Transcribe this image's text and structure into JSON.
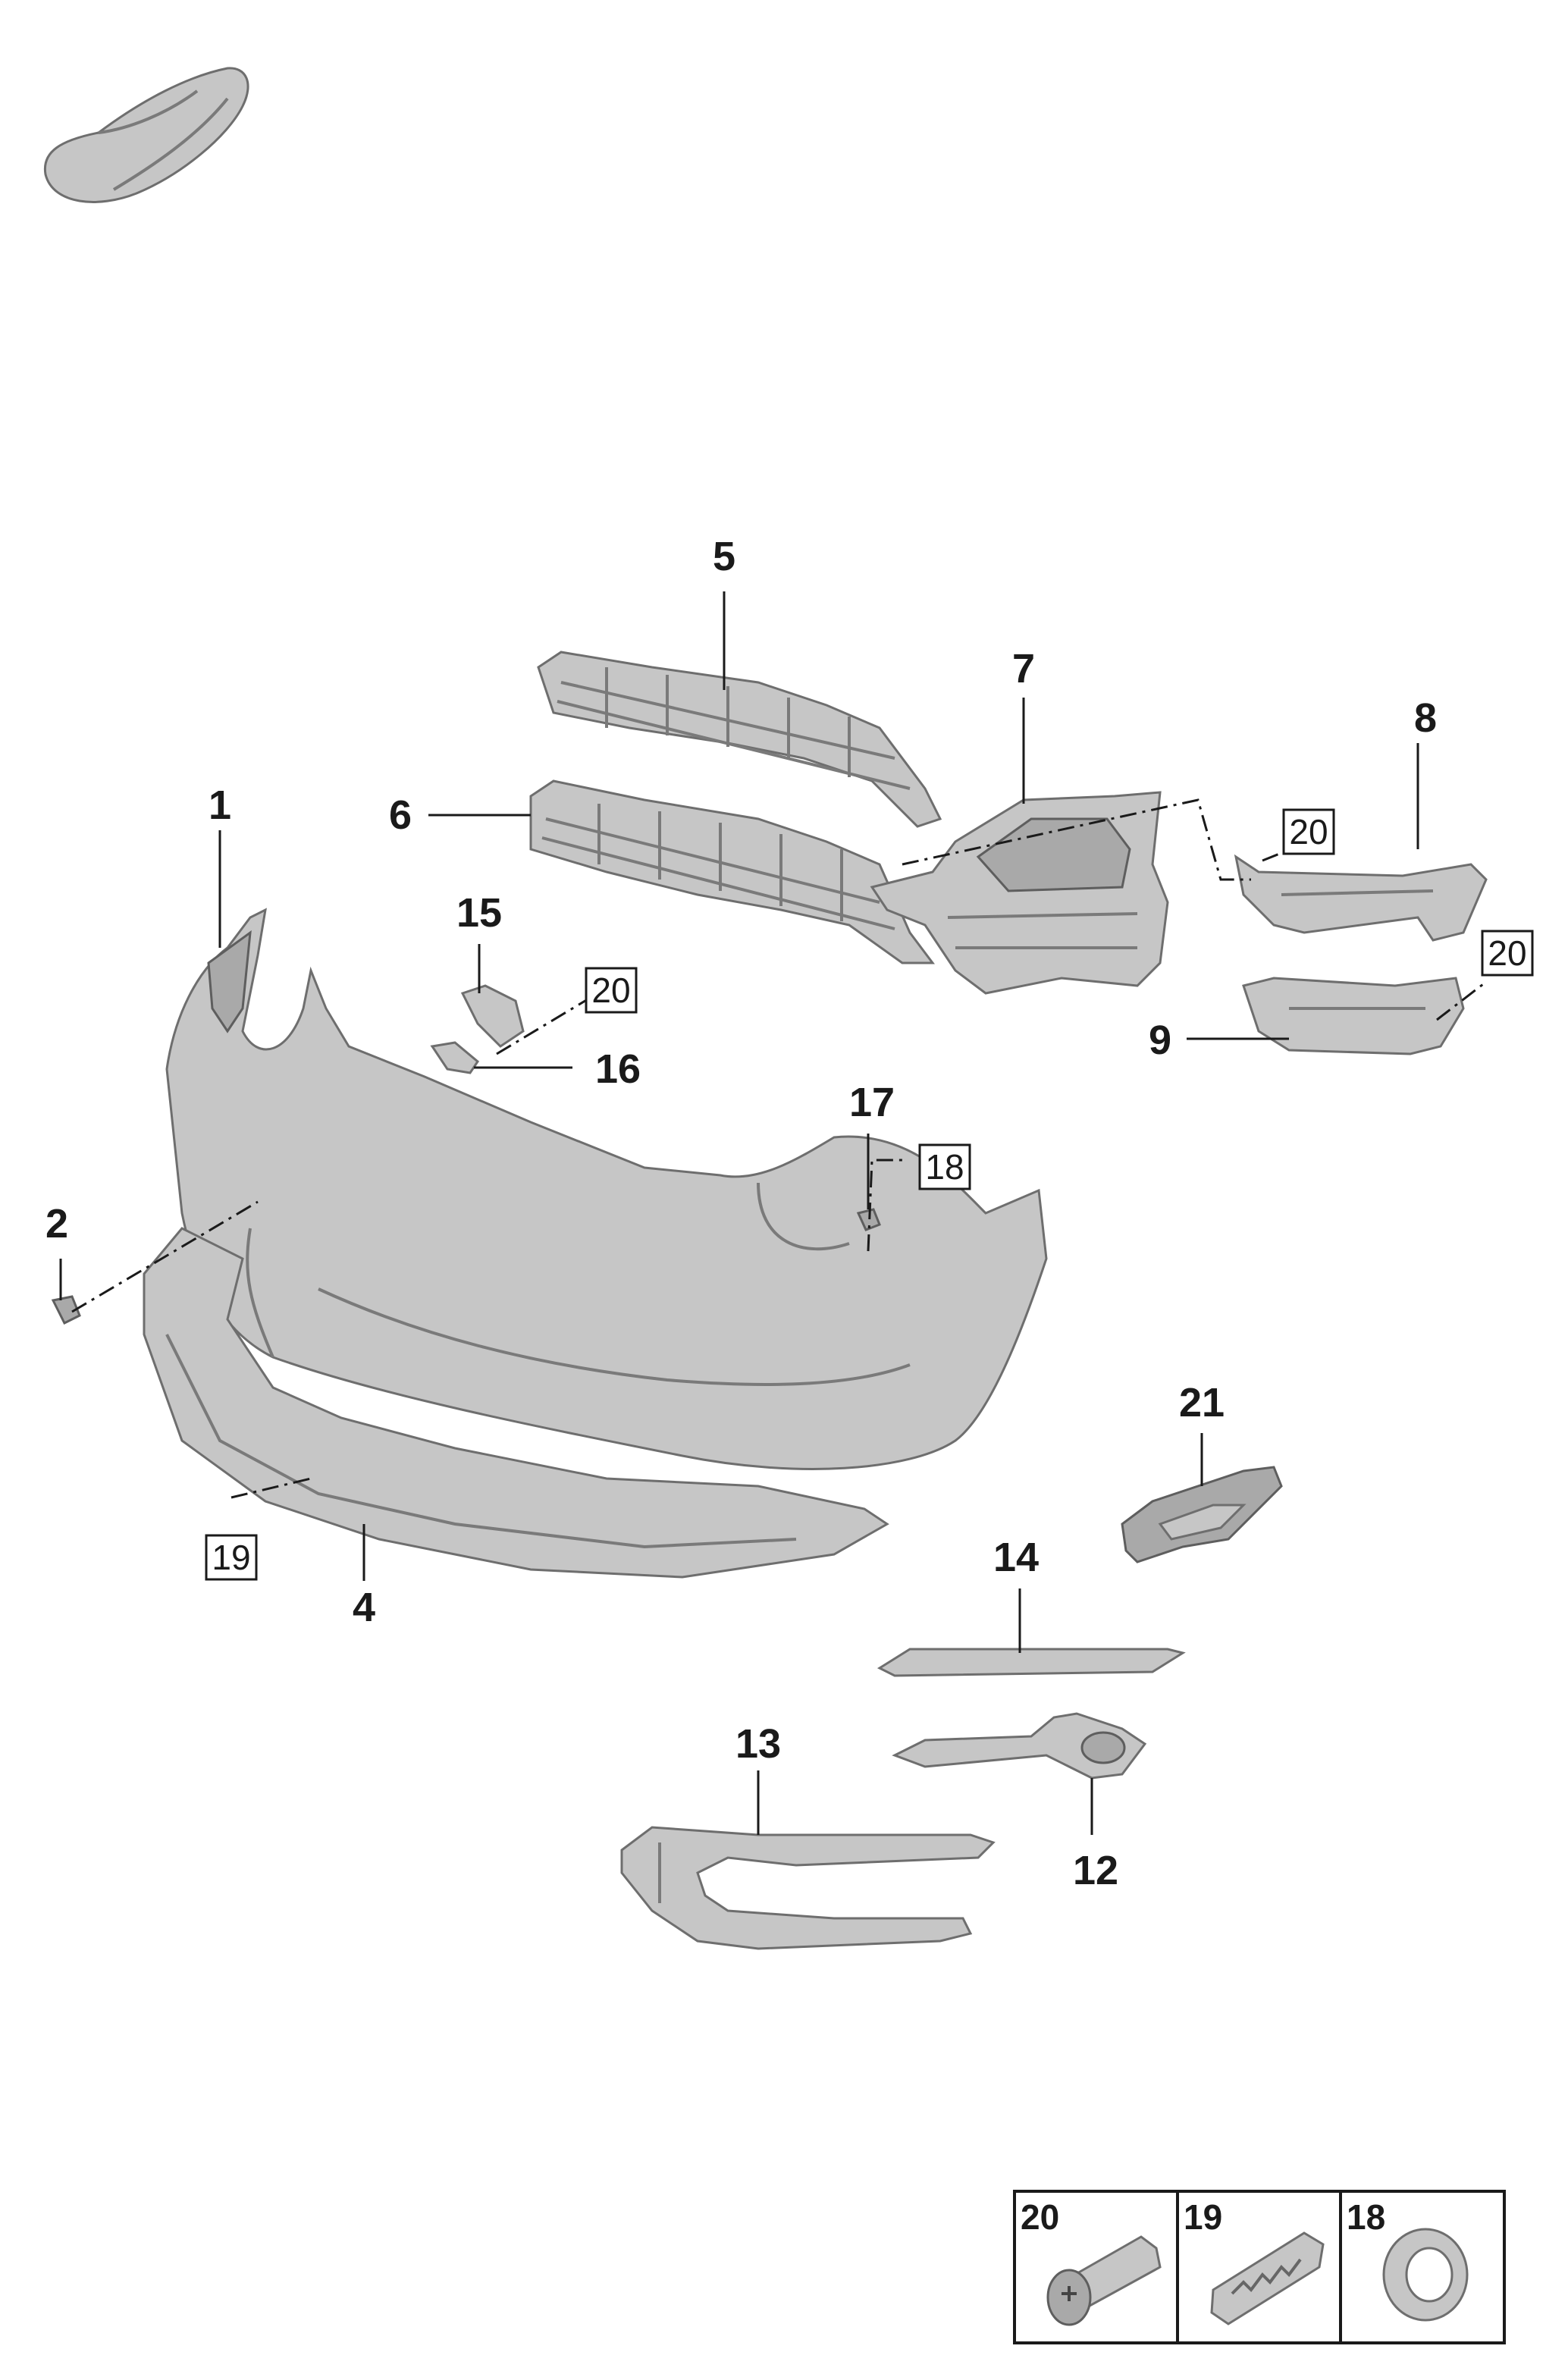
{
  "callouts": {
    "c1": "1",
    "c2": "2",
    "c4": "4",
    "c5": "5",
    "c6": "6",
    "c7": "7",
    "c8": "8",
    "c9": "9",
    "c12": "12",
    "c13": "13",
    "c14": "14",
    "c15": "15",
    "c16": "16",
    "c17": "17",
    "c21": "21"
  },
  "boxed_refs": {
    "r20a": "20",
    "r20b": "20",
    "r20c": "20",
    "r18": "18",
    "r19": "19"
  },
  "legend": {
    "items": [
      {
        "number": "20",
        "icon": "screw-icon"
      },
      {
        "number": "19",
        "icon": "clip-strip-icon"
      },
      {
        "number": "18",
        "icon": "grommet-ring-icon"
      }
    ]
  },
  "colors": {
    "part_fill": "#c6c6c6",
    "part_outline": "#6e6e6e",
    "text": "#1a1a1a"
  }
}
